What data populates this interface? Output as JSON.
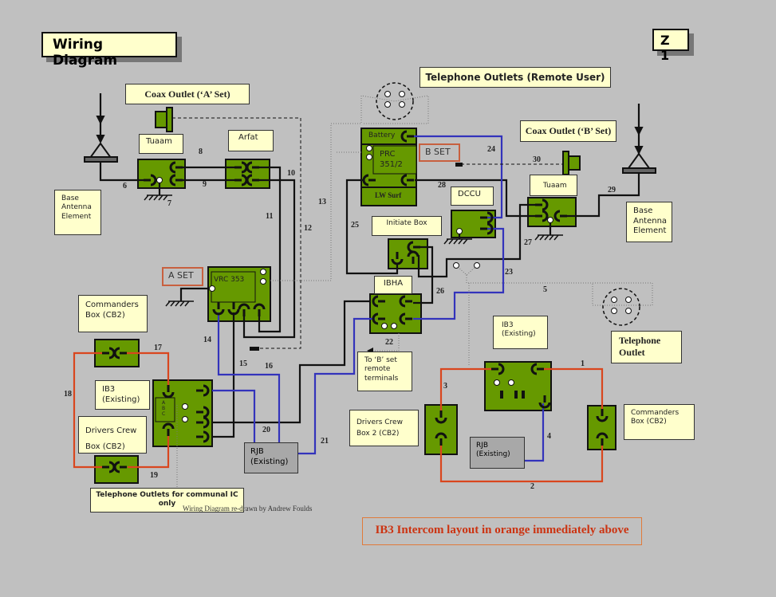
{
  "header": {
    "title": "Wiring Diagram",
    "sheet": "Z 1"
  },
  "labels": {
    "coax_a": "Coax Outlet (‘A’ Set)",
    "coax_b": "Coax Outlet (‘B’ Set)",
    "tel_remote": "Telephone Outlets (Remote User)",
    "tuaam_a": "Tuaam",
    "arfat": "Arfat",
    "base_antenna_a": "Base Antenna Element",
    "base_antenna_b": "Base Antenna Element",
    "a_set": "A SET",
    "b_set": "B SET",
    "vrc": "VRC 353",
    "commanders_a": "Commanders Box (CB2)",
    "ib3_a": "IB3 (Existing)",
    "ib3_abc": "A B C",
    "drivers_a": "Drivers Crew Box (CB2)",
    "rjb_a": "RJB (Existing)",
    "tel_communal": "Telephone Outlets for communal IC only",
    "battery": "Battery",
    "prc": "PRC 351/2",
    "lw_surf": "LW Surf",
    "dccu": "DCCU",
    "tuaam_b": "Tuaam",
    "initiate": "Initiate Box",
    "ibha": "IBHA",
    "to_b_set": "To ‘B’ set remote terminals",
    "ib3_b": "IB3 (Existing)",
    "tel_outlet": "Telephone Outlet",
    "drivers_b": "Drivers Crew Box 2 (CB2)",
    "commanders_b": "Commanders Box (CB2)",
    "rjb_b": "RJB (Existing)"
  },
  "wire_numbers": [
    "1",
    "2",
    "3",
    "4",
    "5",
    "6",
    "7",
    "8",
    "9",
    "10",
    "11",
    "12",
    "13",
    "14",
    "15",
    "16",
    "17",
    "18",
    "19",
    "20",
    "21",
    "22",
    "23",
    "24",
    "25",
    "26",
    "27",
    "28",
    "29",
    "30"
  ],
  "credit": "Wiring Diagram re-drawn by Andrew Foulds",
  "note": "IB3 Intercom layout in orange immediately above",
  "colors": {
    "background": "#c0c0c0",
    "box": "#669900",
    "label": "#ffffcc",
    "black_wire": "#111111",
    "blue_wire": "#3333bb",
    "orange_wire": "#d9461e",
    "set_border": "#c8603f",
    "note_text": "#cc3311"
  }
}
